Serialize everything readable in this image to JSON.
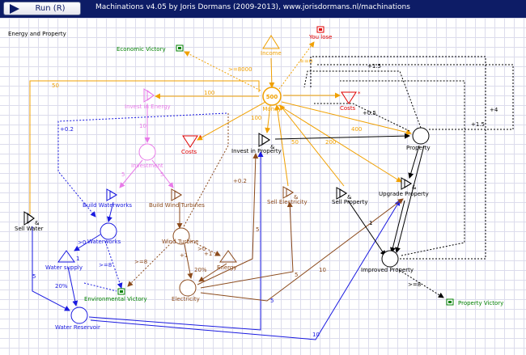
{
  "toolbar": {
    "run_label": "Run (R)",
    "title": "Machinations v4.05 by Joris Dormans (2009-2013), www.jorisdormans.nl/machinations"
  },
  "colors": {
    "toolbar": "#0d1c66",
    "grid": "#dcdcec",
    "money": "#f0a000",
    "energy": "#e87ae8",
    "brown": "#8b4a1c",
    "blue": "#1a1ae0",
    "green": "#008000",
    "red": "#e00000",
    "black": "#000000"
  },
  "diagram": {
    "heading": "Energy and Property",
    "nodes": {
      "economic_victory": "Economic Victory",
      "income": "Income",
      "you_lose": "You lose",
      "money_value": "500",
      "money_label": "Money",
      "costs": "Costs",
      "invest_energy": "Invest in Energy",
      "investment": "Investment",
      "invest_property": "Invest in Property",
      "property": "Property",
      "build_waterworks": "Build Waterworks",
      "build_wind": "Build Wind Turbines",
      "sell_electricity": "Sell Electricity",
      "sell_property": "Sell Property",
      "upgrade_property": "Upgrade Property",
      "sell_water": "Sell Water",
      "waterworks": "Waterworks",
      "water_supply": "Water supply",
      "wind_turbine": "Wind Turbine",
      "energy": "Energy",
      "improved_property": "Improved Property",
      "environmental_victory": "Environmental Victory",
      "electricity": "Electricity",
      "water_reservoir": "Water Reservoir",
      "property_victory": "Property Victory",
      "amp": "&"
    },
    "labels": {
      "l_50": "50",
      "l_100a": "100",
      "l_8000": ">=8000",
      "l_eq0": "==0",
      "l_15a": "+1.5",
      "l_05": "+0.5",
      "l_400": "400",
      "l_100b": "100",
      "l_10a": "10",
      "l_50b": "50",
      "l_200": "200",
      "l_02a": "+0.2",
      "l_02b": "+0.2",
      "l_4": "+4",
      "l_15b": "+1.5",
      "l_5a": "5",
      "l_5b": "5",
      "l_gt0a": ">0",
      "l_gt8a": ">=8",
      "l_gt8b": ">=8",
      "l_1a": "+1",
      "l_gt0b": ">0",
      "l_20a": "20%",
      "l_20b": "20%",
      "l_1b": "1",
      "l_5c": "5",
      "l_5d": "5",
      "l_10b": "10",
      "l_5e": "5",
      "l_10c": "10",
      "l_5f": "5",
      "l_1c": "1",
      "l_gt8c": ">=8",
      "l_1d": "+1"
    }
  }
}
